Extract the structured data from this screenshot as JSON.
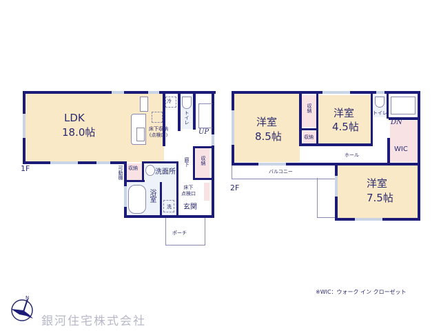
{
  "floor_1": {
    "label": "1F",
    "rooms": {
      "ldk": {
        "name": "LDK",
        "size": "18.0帖"
      },
      "refrigerator": "冷",
      "underfloor_storage": "床下収納\n(点検口)",
      "toilet": "トイレ",
      "stairs_up": "UP",
      "hallway": "廊下",
      "storage_hall": "収納",
      "storage_small": "収納",
      "movable_shelf": "可動棚",
      "washroom": "洗面所",
      "bathroom": "浴室",
      "washer": "洗",
      "underfloor_inspection": "床下\n点検口",
      "entrance": "玄関",
      "porch": "ポーチ"
    }
  },
  "floor_2": {
    "label": "2F",
    "rooms": {
      "western_1": {
        "name": "洋室",
        "size": "8.5帖"
      },
      "western_2": {
        "name": "洋室",
        "size": "4.5帖"
      },
      "western_3": {
        "name": "洋室",
        "size": "7.5帖"
      },
      "storage_1": "収納",
      "storage_2": "収納",
      "toilet": "トイレ",
      "stairs_down": "DN",
      "hall": "ホール",
      "wic": "WIC",
      "balcony": "バルコニー"
    }
  },
  "legend_note": "※WIC：ウォーク イン クローゼット",
  "company": {
    "name": "銀河住宅株式会社",
    "compass": "N"
  },
  "colors": {
    "wall": "#1c1c78",
    "room_beige": "#f9e9c6",
    "room_pink": "#f8e2e4",
    "wet_area": "#eef3fa",
    "text": "#2a2a6e"
  }
}
